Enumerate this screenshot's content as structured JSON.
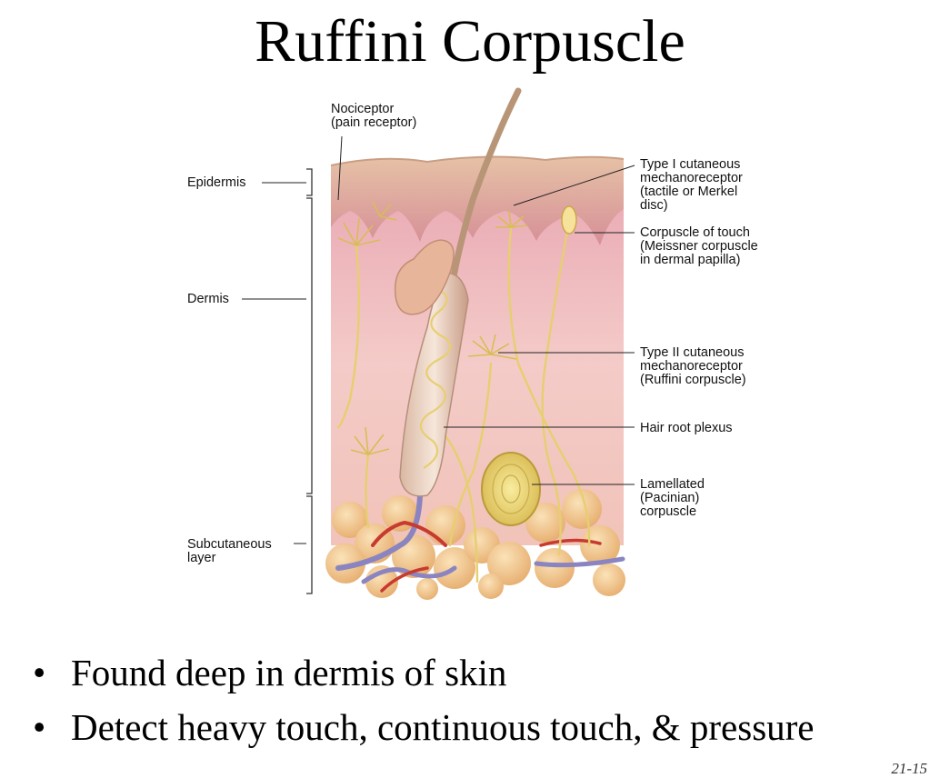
{
  "title": "Ruffini Corpuscle",
  "labels": {
    "nociceptor": "Nociceptor\n(pain receptor)",
    "epidermis": "Epidermis",
    "dermis": "Dermis",
    "subcutaneous": "Subcutaneous\nlayer",
    "type1": "Type I cutaneous\nmechanoreceptor\n(tactile or Merkel\ndisc)",
    "meissner": "Corpuscle of touch\n(Meissner corpuscle\nin dermal papilla)",
    "type2": "Type II cutaneous\nmechanoreceptor\n(Ruffini corpuscle)",
    "hair_plexus": "Hair root plexus",
    "lamellated": "Lamellated\n(Pacinian)\ncorpuscle"
  },
  "bullets": [
    "Found deep in dermis of skin",
    "Detect heavy touch, continuous touch, & pressure"
  ],
  "slide_number": "21-15",
  "colors": {
    "epidermis": "#e2b59b",
    "dermis": "#f2c4c2",
    "fat": "#f0c88a",
    "nerve": "#e8d478",
    "artery": "#c83a30",
    "vein": "#8a84c0"
  }
}
